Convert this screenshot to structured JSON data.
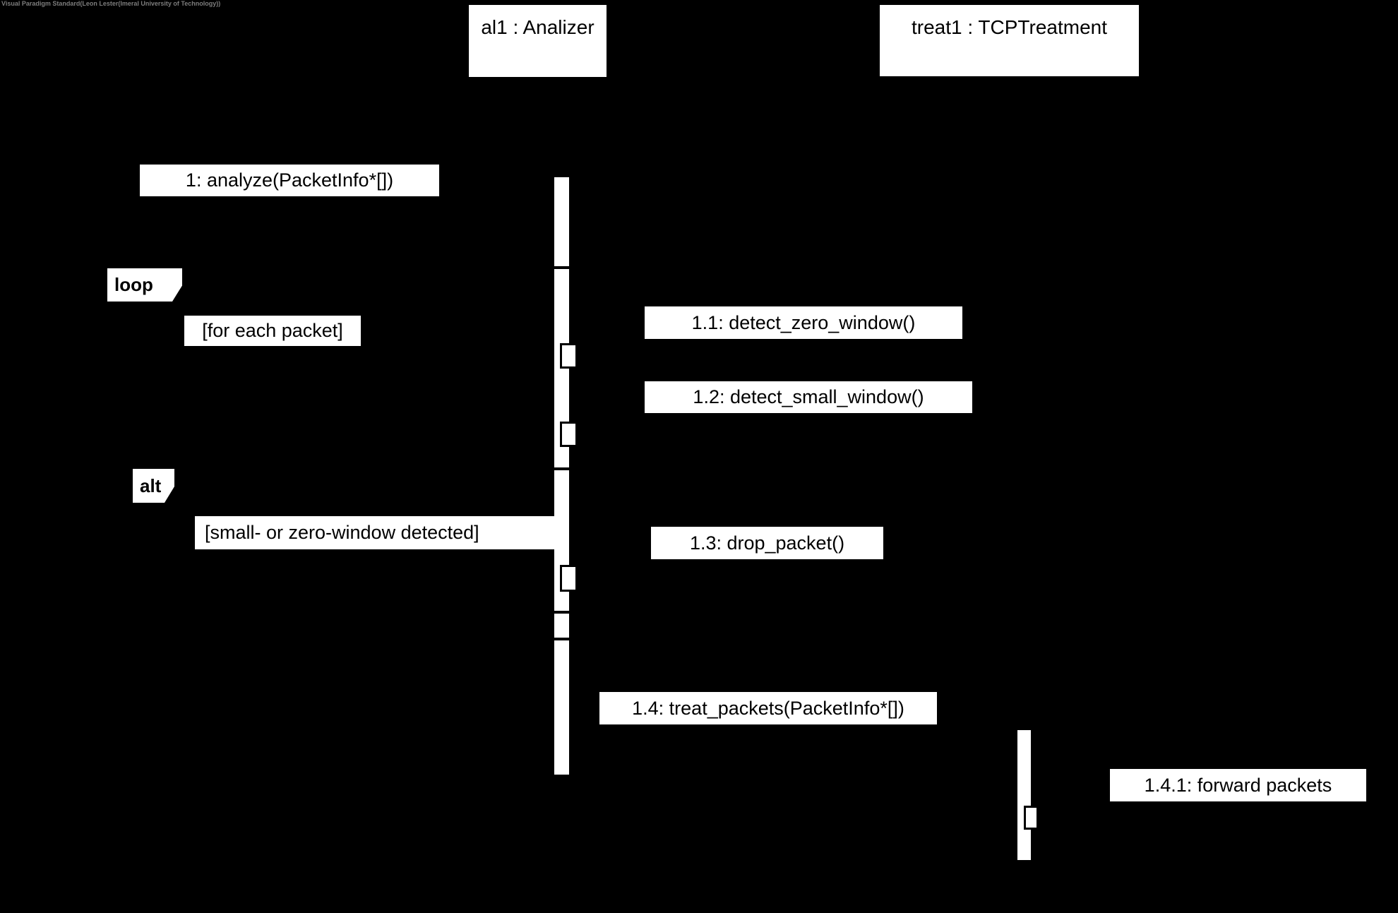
{
  "watermark": "Visual Paradigm Standard(Leon Lester(Imeral University of Technology))",
  "colors": {
    "background": "#000000",
    "shape_fill": "#ffffff",
    "shape_text": "#000000",
    "watermark_text": "#7d7d7d"
  },
  "diagram": {
    "type": "uml-sequence-diagram",
    "actors": {
      "al1": {
        "label": "al1 : Analizer"
      },
      "treat1": {
        "label": "treat1 : TCPTreatment"
      }
    },
    "messages": {
      "m1": {
        "label": "1: analyze(PacketInfo*[])"
      },
      "m1_1": {
        "label": "1.1: detect_zero_window()"
      },
      "m1_2": {
        "label": "1.2: detect_small_window()"
      },
      "m1_3": {
        "label": "1.3: drop_packet()"
      },
      "m1_4": {
        "label": "1.4: treat_packets(PacketInfo*[])"
      },
      "m1_4_1": {
        "label": "1.4.1: forward packets"
      }
    },
    "fragments": {
      "loop": {
        "operator": "loop",
        "guard": "[for each packet]"
      },
      "alt": {
        "operator": "alt",
        "guard": "[small- or zero-window detected]"
      }
    }
  }
}
